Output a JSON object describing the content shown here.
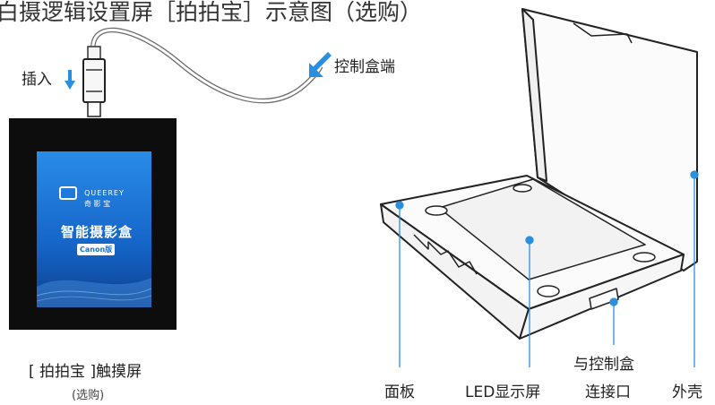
{
  "title": "白摄逻辑设置屏［拍拍宝］示意图（选购）",
  "labels": {
    "insert": "插入",
    "control_box_end": "控制盒端",
    "touchscreen": "[ 拍拍宝 ]触摸屏",
    "touchscreen_note": "(选购)",
    "panel": "面板",
    "led_screen": "LED显示屏",
    "connector_line1": "与控制盒",
    "connector_line2": "连接口",
    "shell": "外壳"
  },
  "screen": {
    "logo_text": "QUEEREY",
    "logo_sub": "奇 影 宝",
    "app_title": "智能摄影盒",
    "brand_badge": "Canon版"
  },
  "colors": {
    "accent_blue": "#2b8fe0",
    "device_black": "#0d0d0d",
    "screen_blue": "#1a6fd0"
  }
}
